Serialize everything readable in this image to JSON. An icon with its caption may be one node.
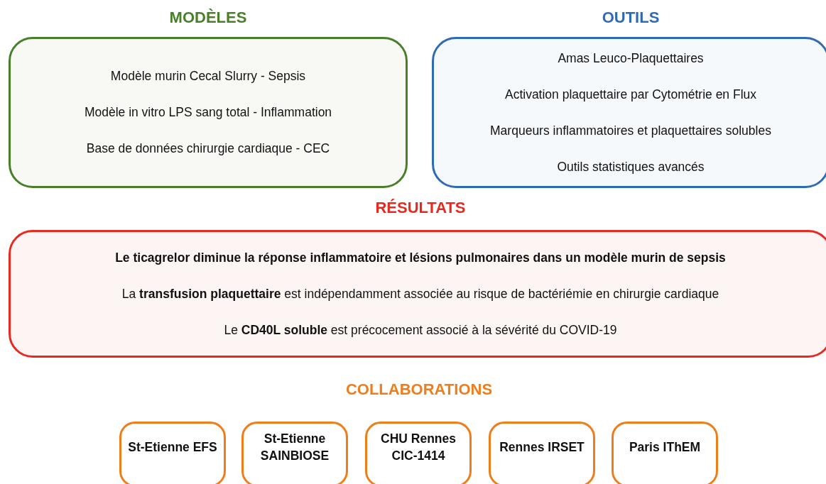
{
  "diagram": {
    "nodes": [
      {
        "text": [
          "MODÈLES",
          "Modèle murin Cecal Slurry - Sepsis",
          "Modèle in vitro LPS sang total - Inflammation",
          "Base de données chirurgie cardiaque - CEC"
        ]
      },
      {
        "text": [
          "OUTILS",
          "Amas Leuco-Plaquettaires",
          "Activation plaquettaire par Cytométrie en Flux",
          "Marqueurs inflammatoires et plaquettaires solubles",
          "Outils statistiques avancés"
        ]
      },
      {
        "text": [
          "RÉSULTATS",
          "Le ticagrelor diminue la réponse inflammatoire et lésions pulmonaires dans un modèle murin de sepsis",
          "La **transfusion plaquettaire** est indépendamment associée au risque de bactériémie en chirurgie cardiaque",
          "Le **CD40L soluble** est précocement associé à la sévérité du COVID-19"
        ]
      },
      {
        "text": [
          "St-Etienne EFS"
        ]
      },
      {
        "text": [
          "St-Etienne SAINBIOSE"
        ]
      },
      {
        "text": [
          "CHU Rennes CIC-1414"
        ]
      },
      {
        "text": [
          "Rennes IRSET"
        ]
      },
      {
        "text": [
          "Paris IThEM"
        ]
      }
    ],
    "labels": [
      "COLLABORATIONS"
    ]
  }
}
